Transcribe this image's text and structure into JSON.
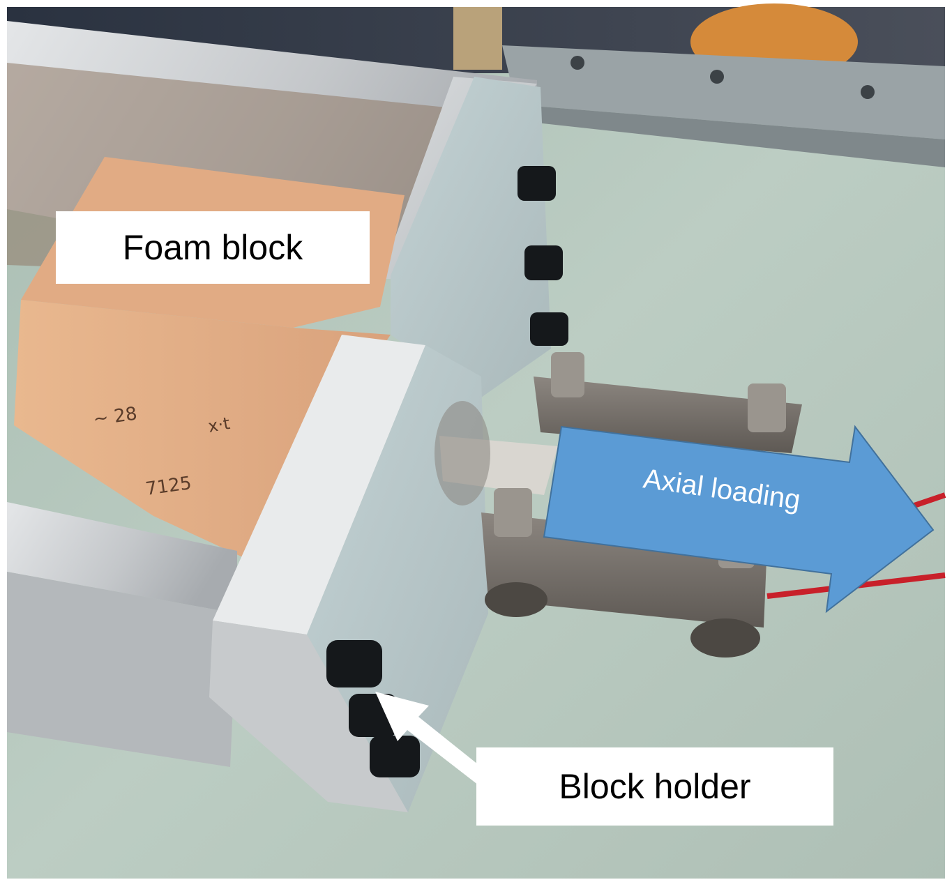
{
  "figure": {
    "labels": {
      "foam_block": "Foam block",
      "block_holder": "Block holder",
      "axial_loading": "Axial loading"
    },
    "colors": {
      "arrow_fill": "#5b9bd5",
      "arrow_stroke": "#41719c",
      "label_background": "#ffffff",
      "foam": "#e6b48c",
      "aluminum": "#c9cbcd",
      "table_surface": "#b6c8bd",
      "rope": "#c8202a"
    }
  }
}
